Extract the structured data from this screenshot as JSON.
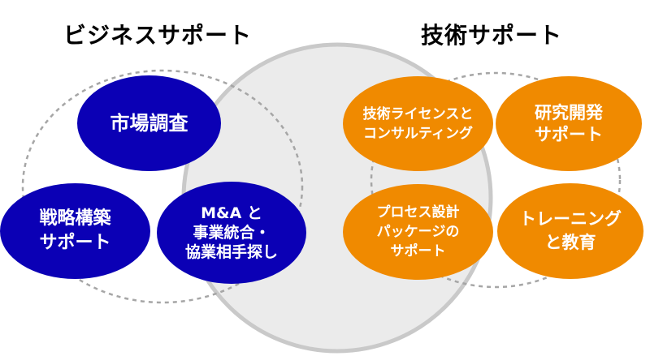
{
  "diagram": {
    "business_support": {
      "heading": "ビジネスサポート",
      "items": [
        {
          "label": "市場調査"
        },
        {
          "label": "戦略構築\nサポート"
        },
        {
          "label": "M&A と\n事業統合・\n協業相手探し"
        }
      ]
    },
    "technical_support": {
      "heading": "技術サポート",
      "items": [
        {
          "label": "技術ライセンスと\nコンサルティング"
        },
        {
          "label": "研究開発\nサポート"
        },
        {
          "label": "プロセス設計\nパッケージの\nサポート"
        },
        {
          "label": "トレーニング\nと教育"
        }
      ]
    }
  },
  "colors": {
    "business_node": "#0b00b5",
    "technical_node": "#f08a00",
    "overlap_fill": "#ebebeb",
    "dashed_outline": "#a6a6a6",
    "center_circle_outline": "#c9c9c9"
  }
}
